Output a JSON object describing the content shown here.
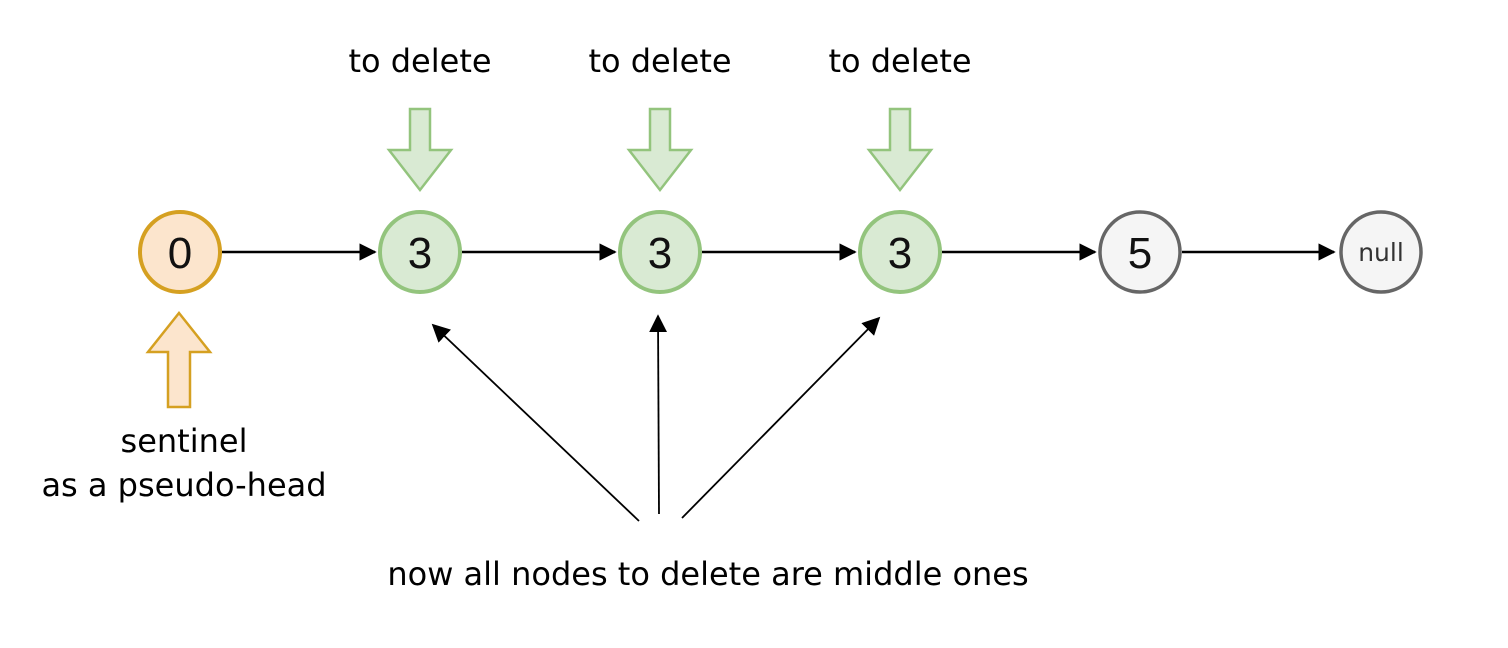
{
  "diagram": {
    "kind": "singly-linked-list with sentinel head",
    "nodes": [
      {
        "label": "0",
        "role": "sentinel pseudo-head",
        "color": "orange"
      },
      {
        "label": "3",
        "role": "to delete",
        "color": "green"
      },
      {
        "label": "3",
        "role": "to delete",
        "color": "green"
      },
      {
        "label": "3",
        "role": "to delete",
        "color": "green"
      },
      {
        "label": "5",
        "role": "kept node",
        "color": "gray"
      },
      {
        "label": "null",
        "role": "list terminator",
        "color": "gray"
      }
    ],
    "to_delete_labels": [
      {
        "text": "to delete"
      },
      {
        "text": "to delete"
      },
      {
        "text": "to delete"
      }
    ],
    "sentinel_caption": {
      "line1": "sentinel",
      "line2": "as a pseudo-head"
    },
    "bottom_caption": "now all nodes to delete are middle ones",
    "icons": {
      "down_arrow": "green block arrow pointing down at each node to delete",
      "up_arrow": "orange block arrow pointing up at the sentinel node",
      "thin_arrows": "three thin arrows converging from caption to the three middle nodes",
      "next_pointer": "black arrow from each node to the next"
    },
    "colors": {
      "background": "#ffffff",
      "green_fill": "#d9ead3",
      "green_stroke": "#93c47d",
      "orange_fill": "#fce5cd",
      "orange_stroke": "#d5a021",
      "gray_fill": "#f5f5f5",
      "gray_stroke": "#666666",
      "arrow_black": "#000000",
      "text_black": "#000000"
    }
  }
}
